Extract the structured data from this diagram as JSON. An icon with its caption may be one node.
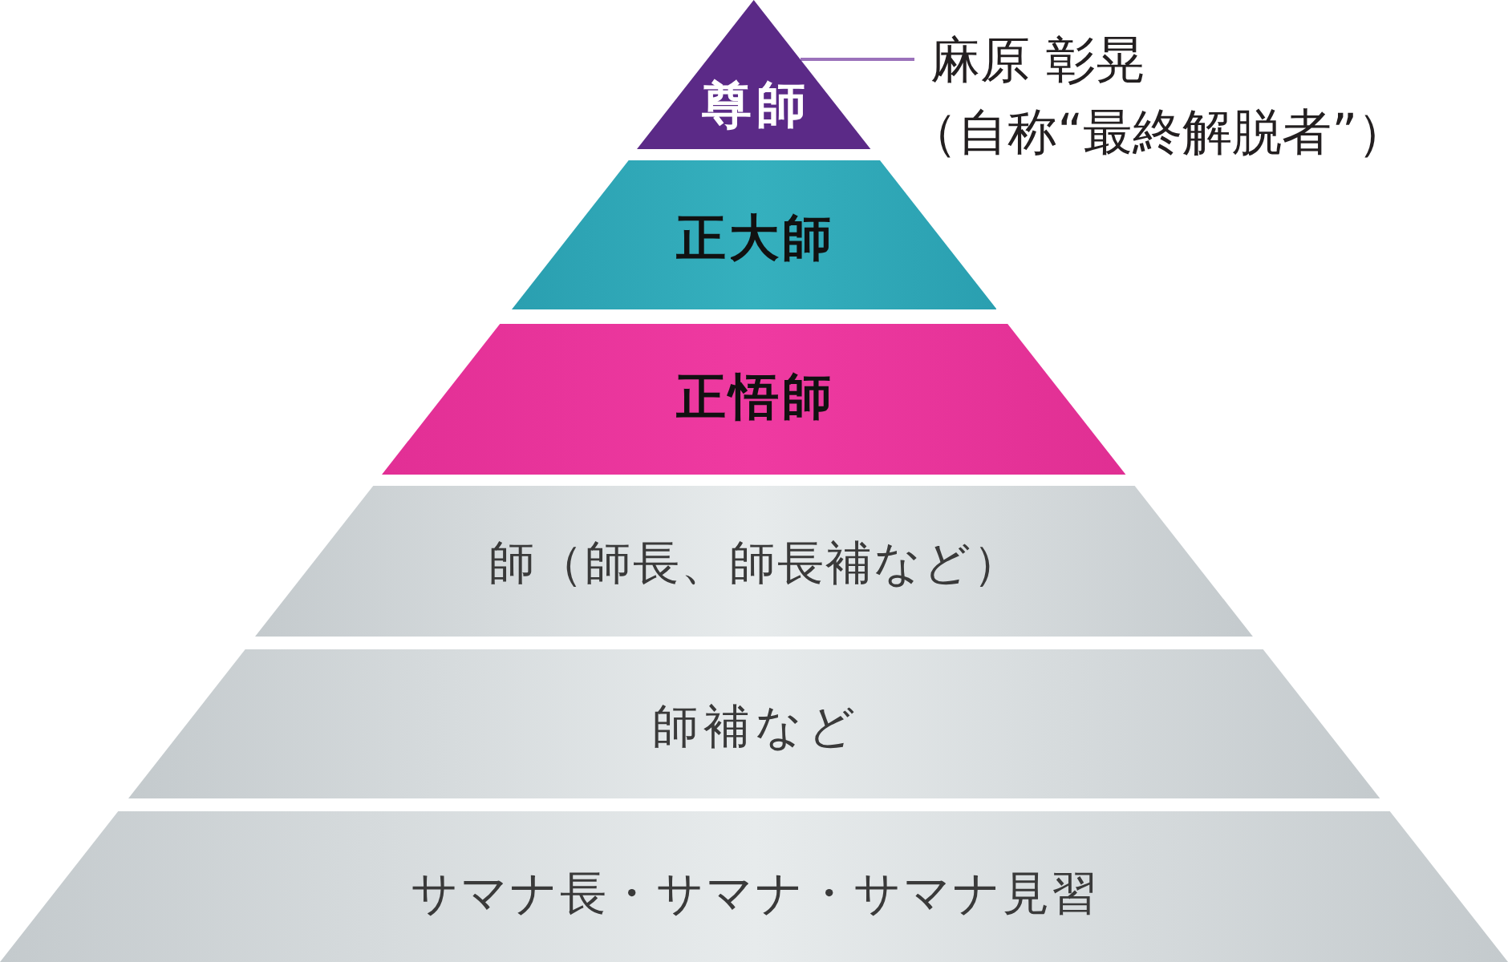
{
  "diagram": {
    "nodes": [
      {
        "text": [
          "尊師"
        ]
      },
      {
        "text": [
          "正大師"
        ]
      },
      {
        "text": [
          "正悟師"
        ]
      },
      {
        "text": [
          "師（師長、師長補など）"
        ]
      },
      {
        "text": [
          "師補など"
        ]
      },
      {
        "text": [
          "サマナ長・サマナ・サマナ見習"
        ]
      },
      {
        "text": [
          "麻原 彰晃",
          "（自称“最終解脱者”）"
        ]
      }
    ],
    "edges": [
      {
        "from": 6,
        "to": 0,
        "arrow": "none"
      }
    ]
  }
}
